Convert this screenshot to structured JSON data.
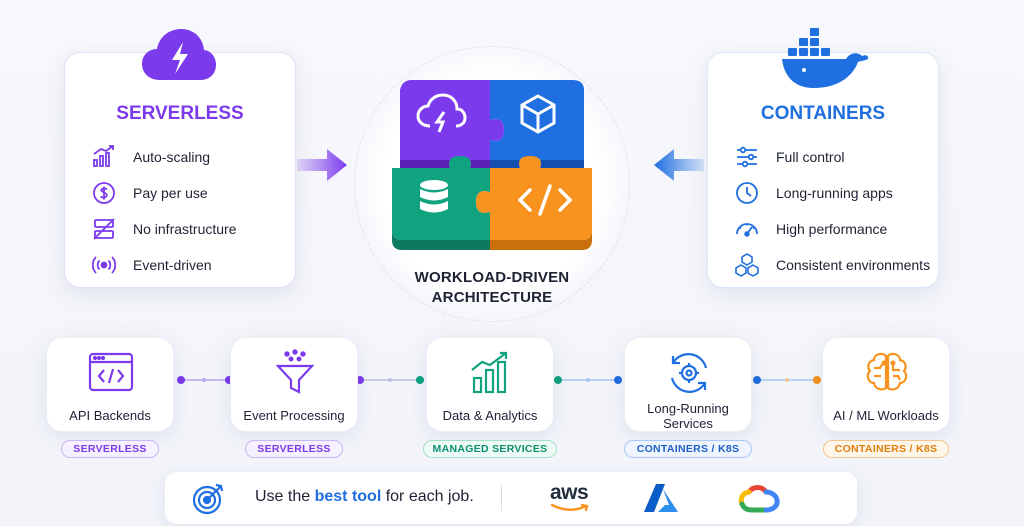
{
  "serverless": {
    "title": "SERVERLESS",
    "features": [
      {
        "label": "Auto-scaling",
        "icon": "bar-growth-icon"
      },
      {
        "label": "Pay per use",
        "icon": "dollar-icon"
      },
      {
        "label": "No infrastructure",
        "icon": "server-off-icon"
      },
      {
        "label": "Event-driven",
        "icon": "radio-waves-icon"
      }
    ],
    "accent": "#7c3aed"
  },
  "containers": {
    "title": "CONTAINERS",
    "features": [
      {
        "label": "Full control",
        "icon": "sliders-icon"
      },
      {
        "label": "Long-running apps",
        "icon": "clock-icon"
      },
      {
        "label": "High performance",
        "icon": "gauge-icon"
      },
      {
        "label": "Consistent environments",
        "icon": "cubes-icon"
      }
    ],
    "accent": "#1f6fe0"
  },
  "center": {
    "label_line1": "WORKLOAD-DRIVEN",
    "label_line2": "ARCHITECTURE",
    "puzzle_colors": [
      "#7c3aed",
      "#1f6fe0",
      "#11a37f",
      "#f7931e"
    ]
  },
  "workloads": [
    {
      "title": "API Backends",
      "badge": "SERVERLESS",
      "icon": "code-window-icon",
      "color": "#7c3aed"
    },
    {
      "title": "Event Processing",
      "badge": "SERVERLESS",
      "icon": "funnel-icon",
      "color": "#7c3aed"
    },
    {
      "title": "Data & Analytics",
      "badge": "MANAGED SERVICES",
      "icon": "bar-chart-icon",
      "color": "#11a37f"
    },
    {
      "title_line1": "Long-Running",
      "title_line2": "Services",
      "badge": "CONTAINERS / K8S",
      "icon": "gear-cycle-icon",
      "color": "#1f6fe0"
    },
    {
      "title": "AI / ML Workloads",
      "badge": "CONTAINERS / K8S",
      "icon": "brain-icon",
      "color": "#f7931e"
    }
  ],
  "footer": {
    "tagline_pre": "Use the ",
    "tagline_highlight": "best tool",
    "tagline_post": " for each job.",
    "aws_text": "aws"
  }
}
